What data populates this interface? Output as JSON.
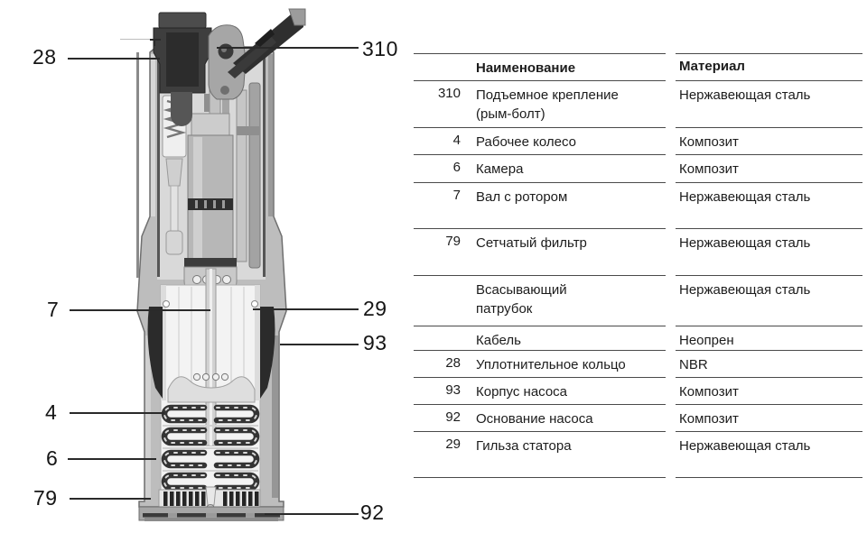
{
  "diagram": {
    "title": "pump-cross-section",
    "callouts": [
      {
        "label": "28"
      },
      {
        "label": "310"
      },
      {
        "label": "7"
      },
      {
        "label": "29"
      },
      {
        "label": "93"
      },
      {
        "label": "4"
      },
      {
        "label": "6"
      },
      {
        "label": "79"
      },
      {
        "label": "92"
      }
    ]
  },
  "table": {
    "headers": {
      "name": "Наименование",
      "material": "Материал"
    },
    "rows": [
      {
        "num": "310",
        "name": "Подъемное крепление\n(рым-болт)",
        "material": "Нержавеющая сталь"
      },
      {
        "num": "4",
        "name": "Рабочее колесо",
        "material": "Композит"
      },
      {
        "num": "6",
        "name": "Камера",
        "material": "Композит"
      },
      {
        "num": "7",
        "name": "Вал с ротором",
        "material": "Нержавеющая сталь"
      },
      {
        "num": "79",
        "name": "Сетчатый фильтр",
        "material": "Нержавеющая сталь"
      },
      {
        "num": "",
        "name": "Всасывающий\nпатрубок",
        "material": "Нержавеющая сталь"
      },
      {
        "num": "",
        "name": "Кабель",
        "material": "Неопрен"
      },
      {
        "num": "28",
        "name": "Уплотнительное кольцо",
        "material": "NBR"
      },
      {
        "num": "93",
        "name": "Корпус насоса",
        "material": "Композит"
      },
      {
        "num": "92",
        "name": "Основание насоса",
        "material": "Композит"
      },
      {
        "num": "29",
        "name": "Гильза статора",
        "material": "Нержавеющая сталь"
      }
    ]
  },
  "colors": {
    "casing_gray": "#bdbdbd",
    "dark_metal": "#3e3e3e",
    "line_black": "#2a2a2a",
    "table_border": "#4a4a4a"
  }
}
